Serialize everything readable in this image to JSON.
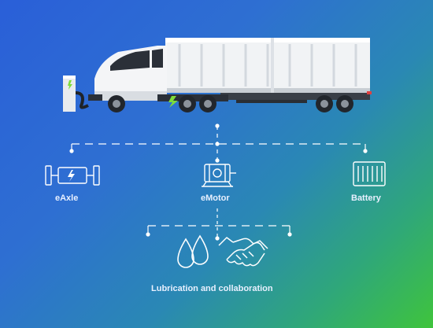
{
  "diagram": {
    "nodes": [
      {
        "id": "eaxle",
        "label": "eAxle",
        "icon": "eaxle-icon"
      },
      {
        "id": "emotor",
        "label": "eMotor",
        "icon": "emotor-icon"
      },
      {
        "id": "battery",
        "label": "Battery",
        "icon": "battery-icon"
      },
      {
        "id": "lubrication",
        "label": "Lubrication and collaboration",
        "icons": [
          "oil-drops-icon",
          "handshake-icon"
        ]
      }
    ],
    "edges": [
      {
        "from": "truck",
        "to": "eaxle"
      },
      {
        "from": "truck",
        "to": "emotor"
      },
      {
        "from": "truck",
        "to": "battery"
      },
      {
        "from": "emotor",
        "to": "lubrication"
      }
    ]
  },
  "colors": {
    "gradient_start": "#2a5fd8",
    "gradient_end": "#3fc43c",
    "line": "#ffffff",
    "accent_green": "#7ddc3a"
  }
}
